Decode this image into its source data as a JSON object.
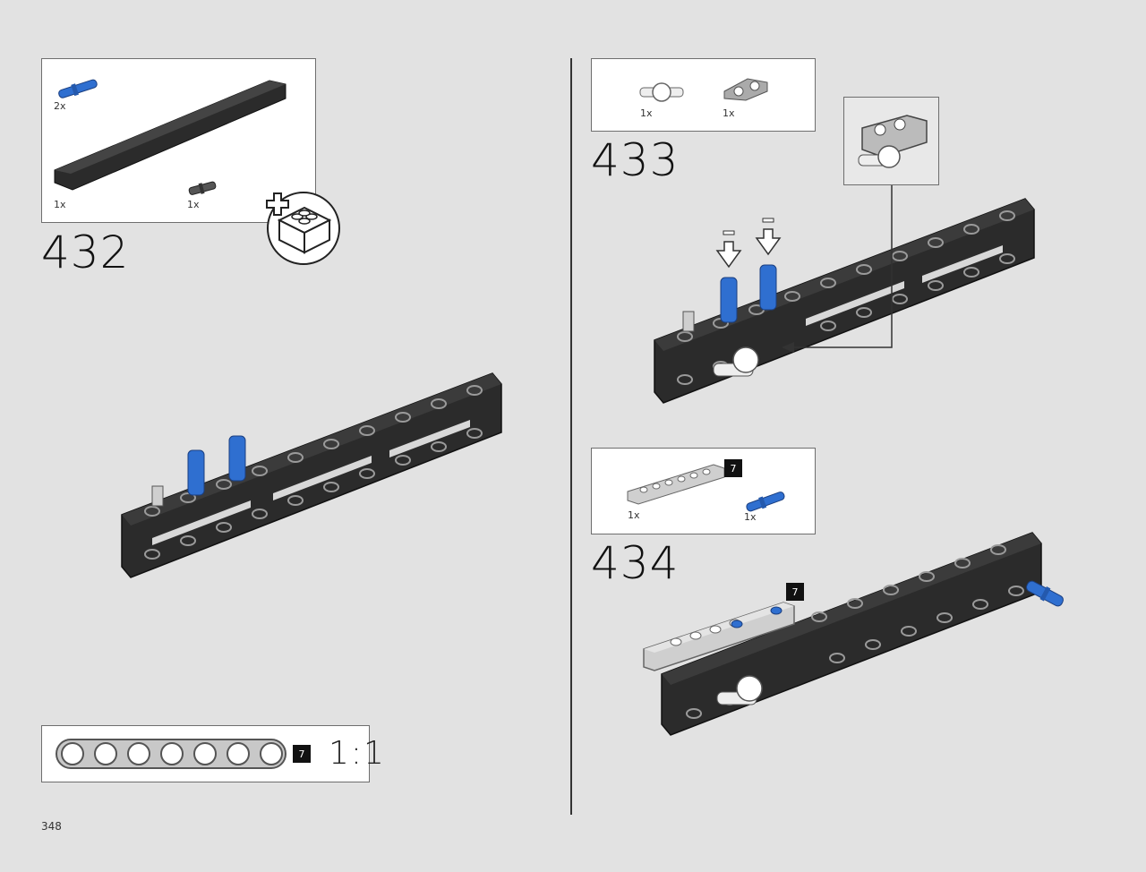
{
  "page_number": "348",
  "colors": {
    "background": "#e2e2e2",
    "frame": "#2b2b2b",
    "pin_blue": "#2f6fd0",
    "light_gray": "#c8c8c8",
    "badge": "#111111"
  },
  "steps": [
    {
      "number": "432",
      "parts": [
        {
          "name": "blue friction pin",
          "qty": "2x"
        },
        {
          "name": "black beam frame",
          "qty": "1x"
        },
        {
          "name": "gray axle pin",
          "qty": "1x"
        }
      ],
      "callout": "new-brick-icon"
    },
    {
      "number": "433",
      "parts": [
        {
          "name": "axle joint",
          "qty": "1x"
        },
        {
          "name": "gray connector",
          "qty": "1x"
        }
      ]
    },
    {
      "number": "434",
      "parts": [
        {
          "name": "light gray beam",
          "qty": "1x",
          "length_badge": "7"
        },
        {
          "name": "blue pin",
          "qty": "1x"
        }
      ],
      "assembly_badge": "7"
    }
  ],
  "scale_reference": {
    "badge": "7",
    "label": "1:1"
  }
}
